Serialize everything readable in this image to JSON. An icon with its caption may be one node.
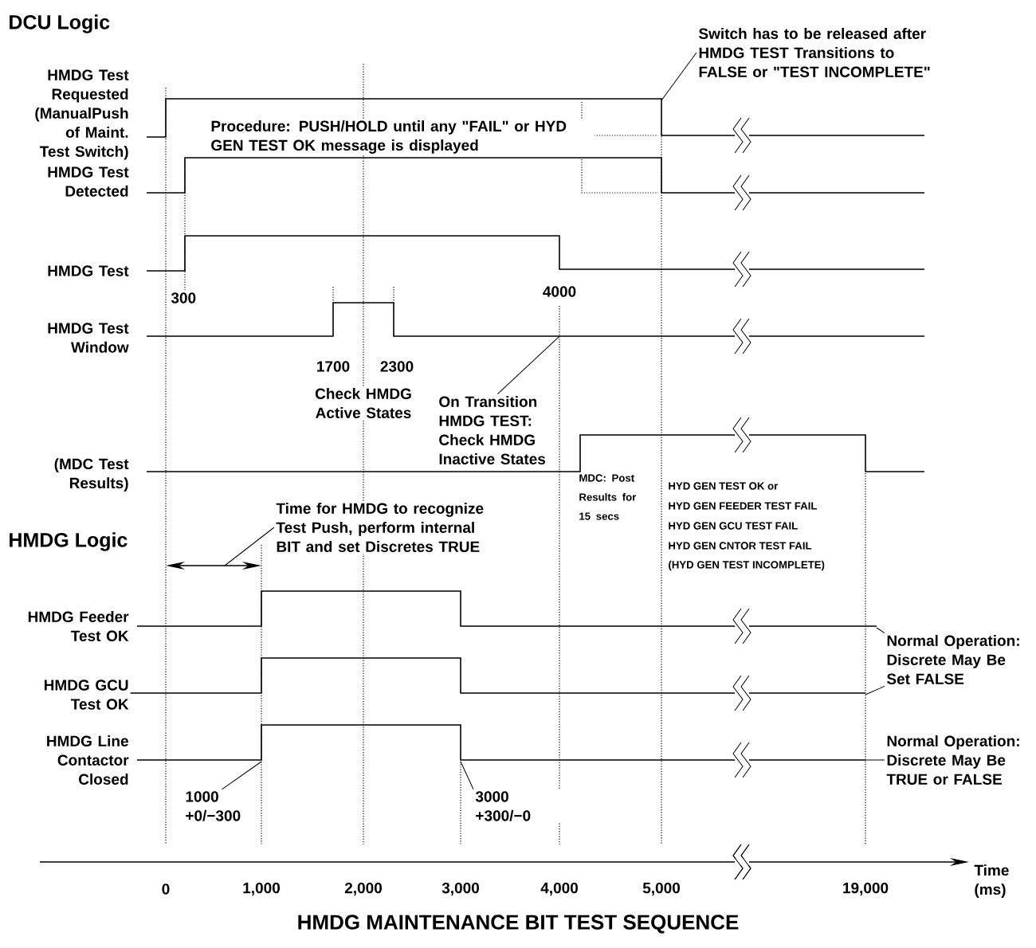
{
  "diagram": {
    "caption": "HMDG MAINTENANCE BIT TEST SEQUENCE",
    "nodes": [
      {
        "text": [
          "Switch has to be released after HMDG TEST Transitions to FALSE or \"TEST INCOMPLETE\""
        ]
      },
      {
        "text": [
          "On Transition HMDG TEST: Check HMDG Inactive States"
        ]
      },
      {
        "text": [
          "Time for HMDG to recognize Test Push, perform internal BIT and set Discretes TRUE"
        ]
      },
      {
        "text": [
          "1000 +0/−300"
        ]
      },
      {
        "text": [
          "3000 +300/−0"
        ]
      },
      {
        "text": [
          "Normal Operation: Discrete May Be Set FALSE"
        ]
      },
      {
        "text": [
          "Normal Operation: Discrete May Be TRUE or FALSE"
        ]
      }
    ],
    "edges": [
      {
        "from": 0,
        "to": null,
        "arrow": "none"
      },
      {
        "from": 1,
        "to": null,
        "arrow": "none"
      },
      {
        "from": 2,
        "to": null,
        "arrow": "none"
      },
      {
        "from": 3,
        "to": null,
        "arrow": "none"
      },
      {
        "from": 4,
        "to": null,
        "arrow": "none"
      },
      {
        "from": 5,
        "to": null,
        "arrow": "none"
      },
      {
        "from": 5,
        "to": null,
        "arrow": "none"
      },
      {
        "from": 6,
        "to": null,
        "arrow": "none"
      }
    ],
    "labels": [
      "DCU Logic",
      "HMDG Test Requested (ManualPush of Maint. Test Switch)",
      "Procedure: PUSH/HOLD until any \"FAIL\" or HYD GEN TEST OK message is displayed",
      "HMDG Test Detected",
      "HMDG Test",
      "300",
      "4000",
      "HMDG Test Window",
      "1700",
      "2300",
      "Check HMDG Active States",
      "(MDC Test Results)",
      "MDC: Post Results for 15 secs",
      "HYD GEN TEST OK or",
      "HYD GEN FEEDER TEST FAIL",
      "HYD GEN GCU TEST FAIL",
      "HYD GEN CNTOR TEST FAIL",
      "(HYD GEN TEST INCOMPLETE)",
      "HMDG Logic",
      "HMDG Feeder Test OK",
      "HMDG GCU Test OK",
      "HMDG Line Contactor Closed",
      "0",
      "1,000",
      "2,000",
      "3,000",
      "4,000",
      "5,000",
      "19,000",
      "Time (ms)"
    ]
  }
}
